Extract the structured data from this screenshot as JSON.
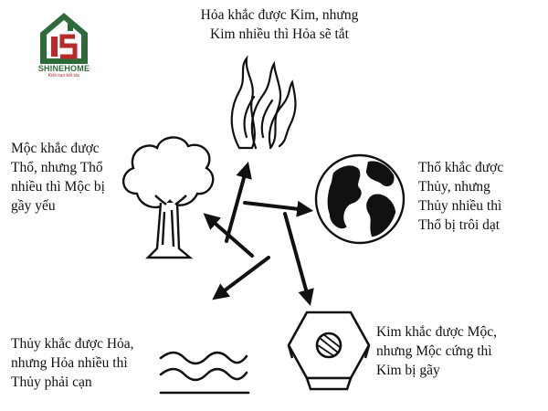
{
  "brand": {
    "name": "SHINEHOME",
    "tagline": "Kiến tạo kết tác",
    "green": "#2f6b3a",
    "red": "#b72a2a"
  },
  "captions": {
    "fire": [
      "Hỏa khắc được Kim, nhưng",
      "Kim nhiều thì Hỏa sẽ tắt"
    ],
    "wood": [
      "Mộc khắc được",
      "Thổ, nhưng Thổ",
      "nhiều thì Mộc bị",
      "gầy yếu"
    ],
    "earth": [
      "Thổ khắc được",
      "Thủy, nhưng",
      "Thủy nhiều thì",
      "Thổ bị trôi dạt"
    ],
    "water": [
      "Thủy khắc được Hỏa,",
      "nhưng Hỏa nhiều thì",
      "Thủy phải cạn"
    ],
    "metal": [
      "Kim khắc được Mộc,",
      "nhưng Mộc cứng thì",
      "Kim bị gãy"
    ]
  },
  "icons": {
    "fire": "flame-icon",
    "wood": "tree-icon",
    "earth": "globe-icon",
    "water": "water-waves-icon",
    "metal": "hex-nut-icon"
  }
}
